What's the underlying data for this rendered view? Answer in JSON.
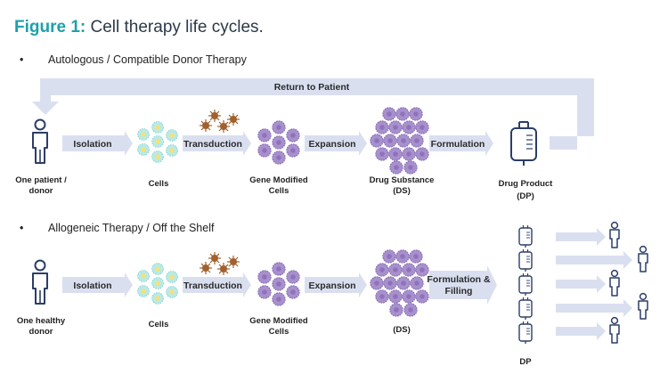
{
  "title": {
    "label": "Figure 1:",
    "text": " Cell therapy life cycles."
  },
  "colors": {
    "arrow": "#dadff0",
    "person": "#2c3e66",
    "cell_teal": "#b9eae6",
    "cell_yellow": "#f4e07c",
    "cell_purple": "#a890cc",
    "virus": "#a0612f",
    "title_accent": "#1ea0aa"
  },
  "autologous": {
    "heading": "Autologous / Compatible Donor Therapy",
    "return_label": "Return to Patient",
    "steps": [
      "Isolation",
      "Transduction",
      "Expansion",
      "Formulation"
    ],
    "captions": {
      "start_line1": "One patient /",
      "start_line2": "donor",
      "cells": "Cells",
      "gm_line1": "Gene Modified",
      "gm_line2": "Cells",
      "ds_line1": "Drug Substance",
      "ds_line2": "(DS)",
      "dp_line1": "Drug Product",
      "dp_line2": "(DP)"
    }
  },
  "allogeneic": {
    "heading": "Allogeneic Therapy / Off the Shelf",
    "steps": [
      "Isolation",
      "Transduction",
      "Expansion"
    ],
    "formulation_line1": "Formulation &",
    "formulation_line2": "Filling",
    "captions": {
      "start_line1": "One healthy",
      "start_line2": "donor",
      "cells": "Cells",
      "gm_line1": "Gene Modified",
      "gm_line2": "Cells",
      "ds": "(DS)",
      "dp": "DP"
    }
  },
  "icons": {
    "person": "person-icon",
    "cell": "cell-icon",
    "virus": "virus-icon",
    "iv_bag": "iv-bag-icon"
  }
}
